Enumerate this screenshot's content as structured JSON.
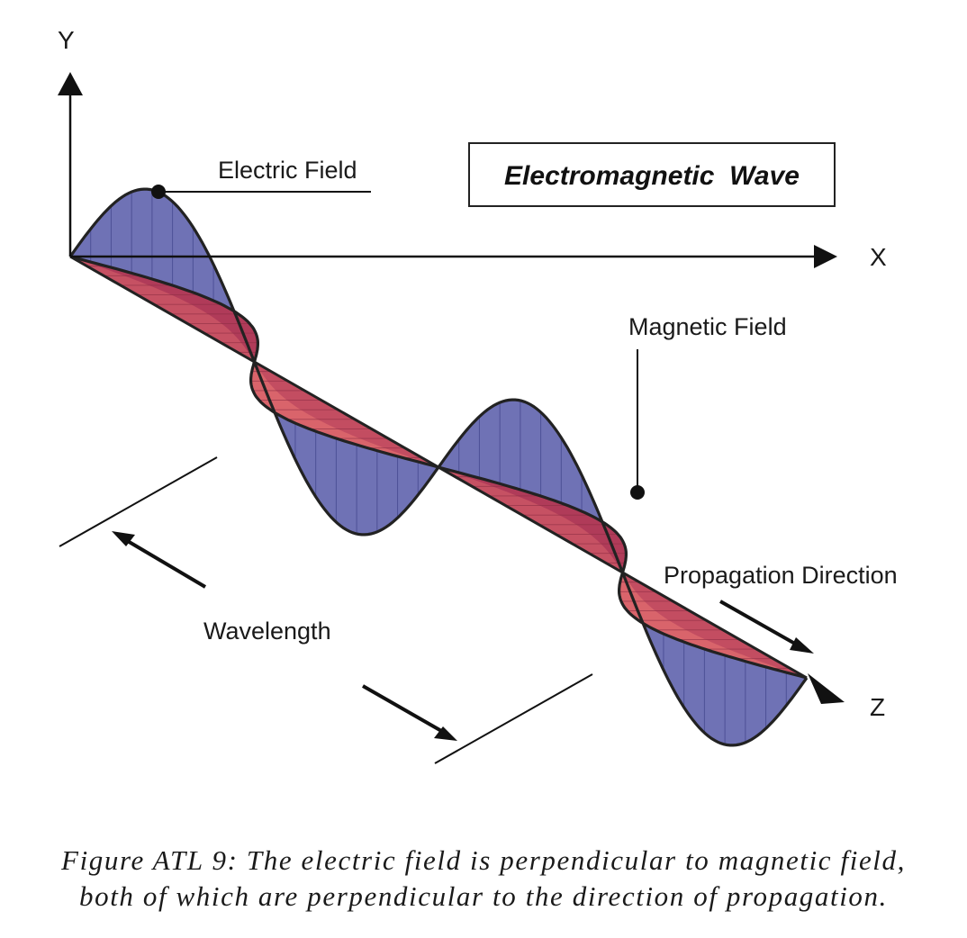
{
  "title": "Electromagnetic  Wave",
  "labels": {
    "electric_field": "Electric Field",
    "magnetic_field": "Magnetic Field",
    "propagation_direction": "Propagation Direction",
    "wavelength": "Wavelength"
  },
  "axes": {
    "y": "Y",
    "x": "X",
    "z": "Z"
  },
  "caption": {
    "line1": "Figure ATL 9: The electric field is perpendicular to magnetic field,",
    "line2": "both of which are perpendicular to the direction of propagation."
  },
  "colors": {
    "electric": "#6f72b5",
    "magnetic_light": "#d9646b",
    "magnetic_dark": "#b03b59",
    "outline": "#222222"
  }
}
